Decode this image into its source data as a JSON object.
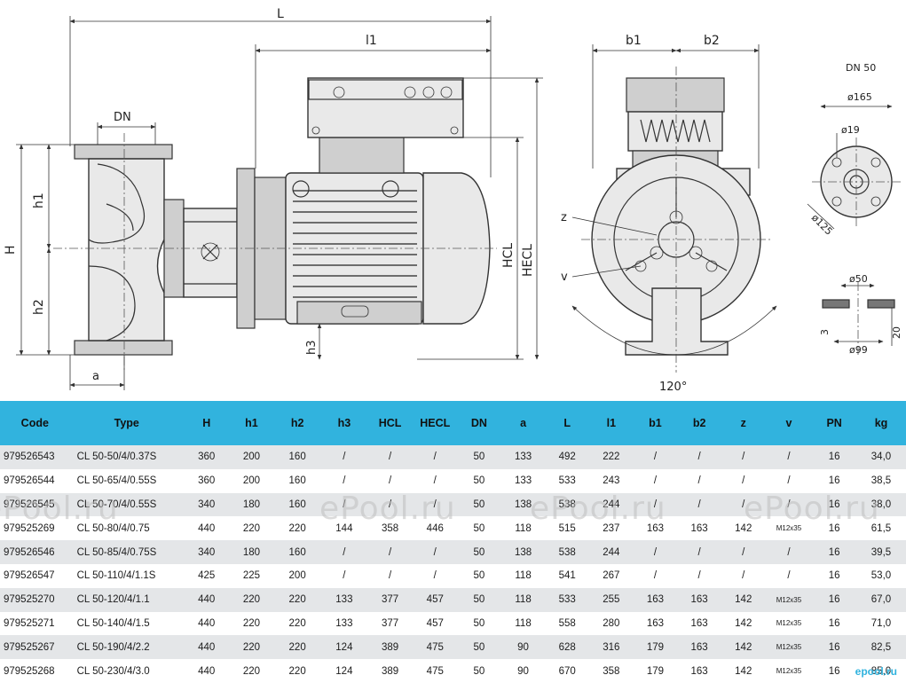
{
  "drawing": {
    "dims": {
      "L": "L",
      "l1": "l1",
      "DN_side": "DN",
      "h1": "h1",
      "h2": "h2",
      "H": "H",
      "a": "a",
      "h3": "h3",
      "HCL": "HCL",
      "HECL": "HECL",
      "b1": "b1",
      "b2": "b2",
      "z": "z",
      "v": "v",
      "angle": "120°"
    },
    "flange": {
      "title": "DN 50",
      "d165": "ø165",
      "d19": "ø19",
      "d125": "ø125",
      "d50": "ø50",
      "d99": "ø99",
      "t3": "3",
      "t20": "20"
    }
  },
  "table": {
    "headers": [
      "Code",
      "Type",
      "H",
      "h1",
      "h2",
      "h3",
      "HCL",
      "HECL",
      "DN",
      "a",
      "L",
      "l1",
      "b1",
      "b2",
      "z",
      "v",
      "PN",
      "kg"
    ],
    "rows": [
      [
        "979526543",
        "CL 50-50/4/0.37S",
        "360",
        "200",
        "160",
        "/",
        "/",
        "/",
        "50",
        "133",
        "492",
        "222",
        "/",
        "/",
        "/",
        "/",
        "16",
        "34,0"
      ],
      [
        "979526544",
        "CL 50-65/4/0.55S",
        "360",
        "200",
        "160",
        "/",
        "/",
        "/",
        "50",
        "133",
        "533",
        "243",
        "/",
        "/",
        "/",
        "/",
        "16",
        "38,5"
      ],
      [
        "979526545",
        "CL 50-70/4/0.55S",
        "340",
        "180",
        "160",
        "/",
        "/",
        "/",
        "50",
        "138",
        "538",
        "244",
        "/",
        "/",
        "/",
        "/",
        "16",
        "38,0"
      ],
      [
        "979525269",
        "CL 50-80/4/0.75",
        "440",
        "220",
        "220",
        "144",
        "358",
        "446",
        "50",
        "118",
        "515",
        "237",
        "163",
        "163",
        "142",
        "M12x35",
        "16",
        "61,5"
      ],
      [
        "979526546",
        "CL 50-85/4/0.75S",
        "340",
        "180",
        "160",
        "/",
        "/",
        "/",
        "50",
        "138",
        "538",
        "244",
        "/",
        "/",
        "/",
        "/",
        "16",
        "39,5"
      ],
      [
        "979526547",
        "CL 50-110/4/1.1S",
        "425",
        "225",
        "200",
        "/",
        "/",
        "/",
        "50",
        "118",
        "541",
        "267",
        "/",
        "/",
        "/",
        "/",
        "16",
        "53,0"
      ],
      [
        "979525270",
        "CL 50-120/4/1.1",
        "440",
        "220",
        "220",
        "133",
        "377",
        "457",
        "50",
        "118",
        "533",
        "255",
        "163",
        "163",
        "142",
        "M12x35",
        "16",
        "67,0"
      ],
      [
        "979525271",
        "CL 50-140/4/1.5",
        "440",
        "220",
        "220",
        "133",
        "377",
        "457",
        "50",
        "118",
        "558",
        "280",
        "163",
        "163",
        "142",
        "M12x35",
        "16",
        "71,0"
      ],
      [
        "979525267",
        "CL 50-190/4/2.2",
        "440",
        "220",
        "220",
        "124",
        "389",
        "475",
        "50",
        "90",
        "628",
        "316",
        "179",
        "163",
        "142",
        "M12x35",
        "16",
        "82,5"
      ],
      [
        "979525268",
        "CL 50-230/4/3.0",
        "440",
        "220",
        "220",
        "124",
        "389",
        "475",
        "50",
        "90",
        "670",
        "358",
        "179",
        "163",
        "142",
        "M12x35",
        "16",
        "85,0"
      ]
    ]
  },
  "watermark": "ePool.ru",
  "brand": "epool.ru",
  "colors": {
    "header": "#31b3de",
    "stripe": "#e4e6e8"
  }
}
